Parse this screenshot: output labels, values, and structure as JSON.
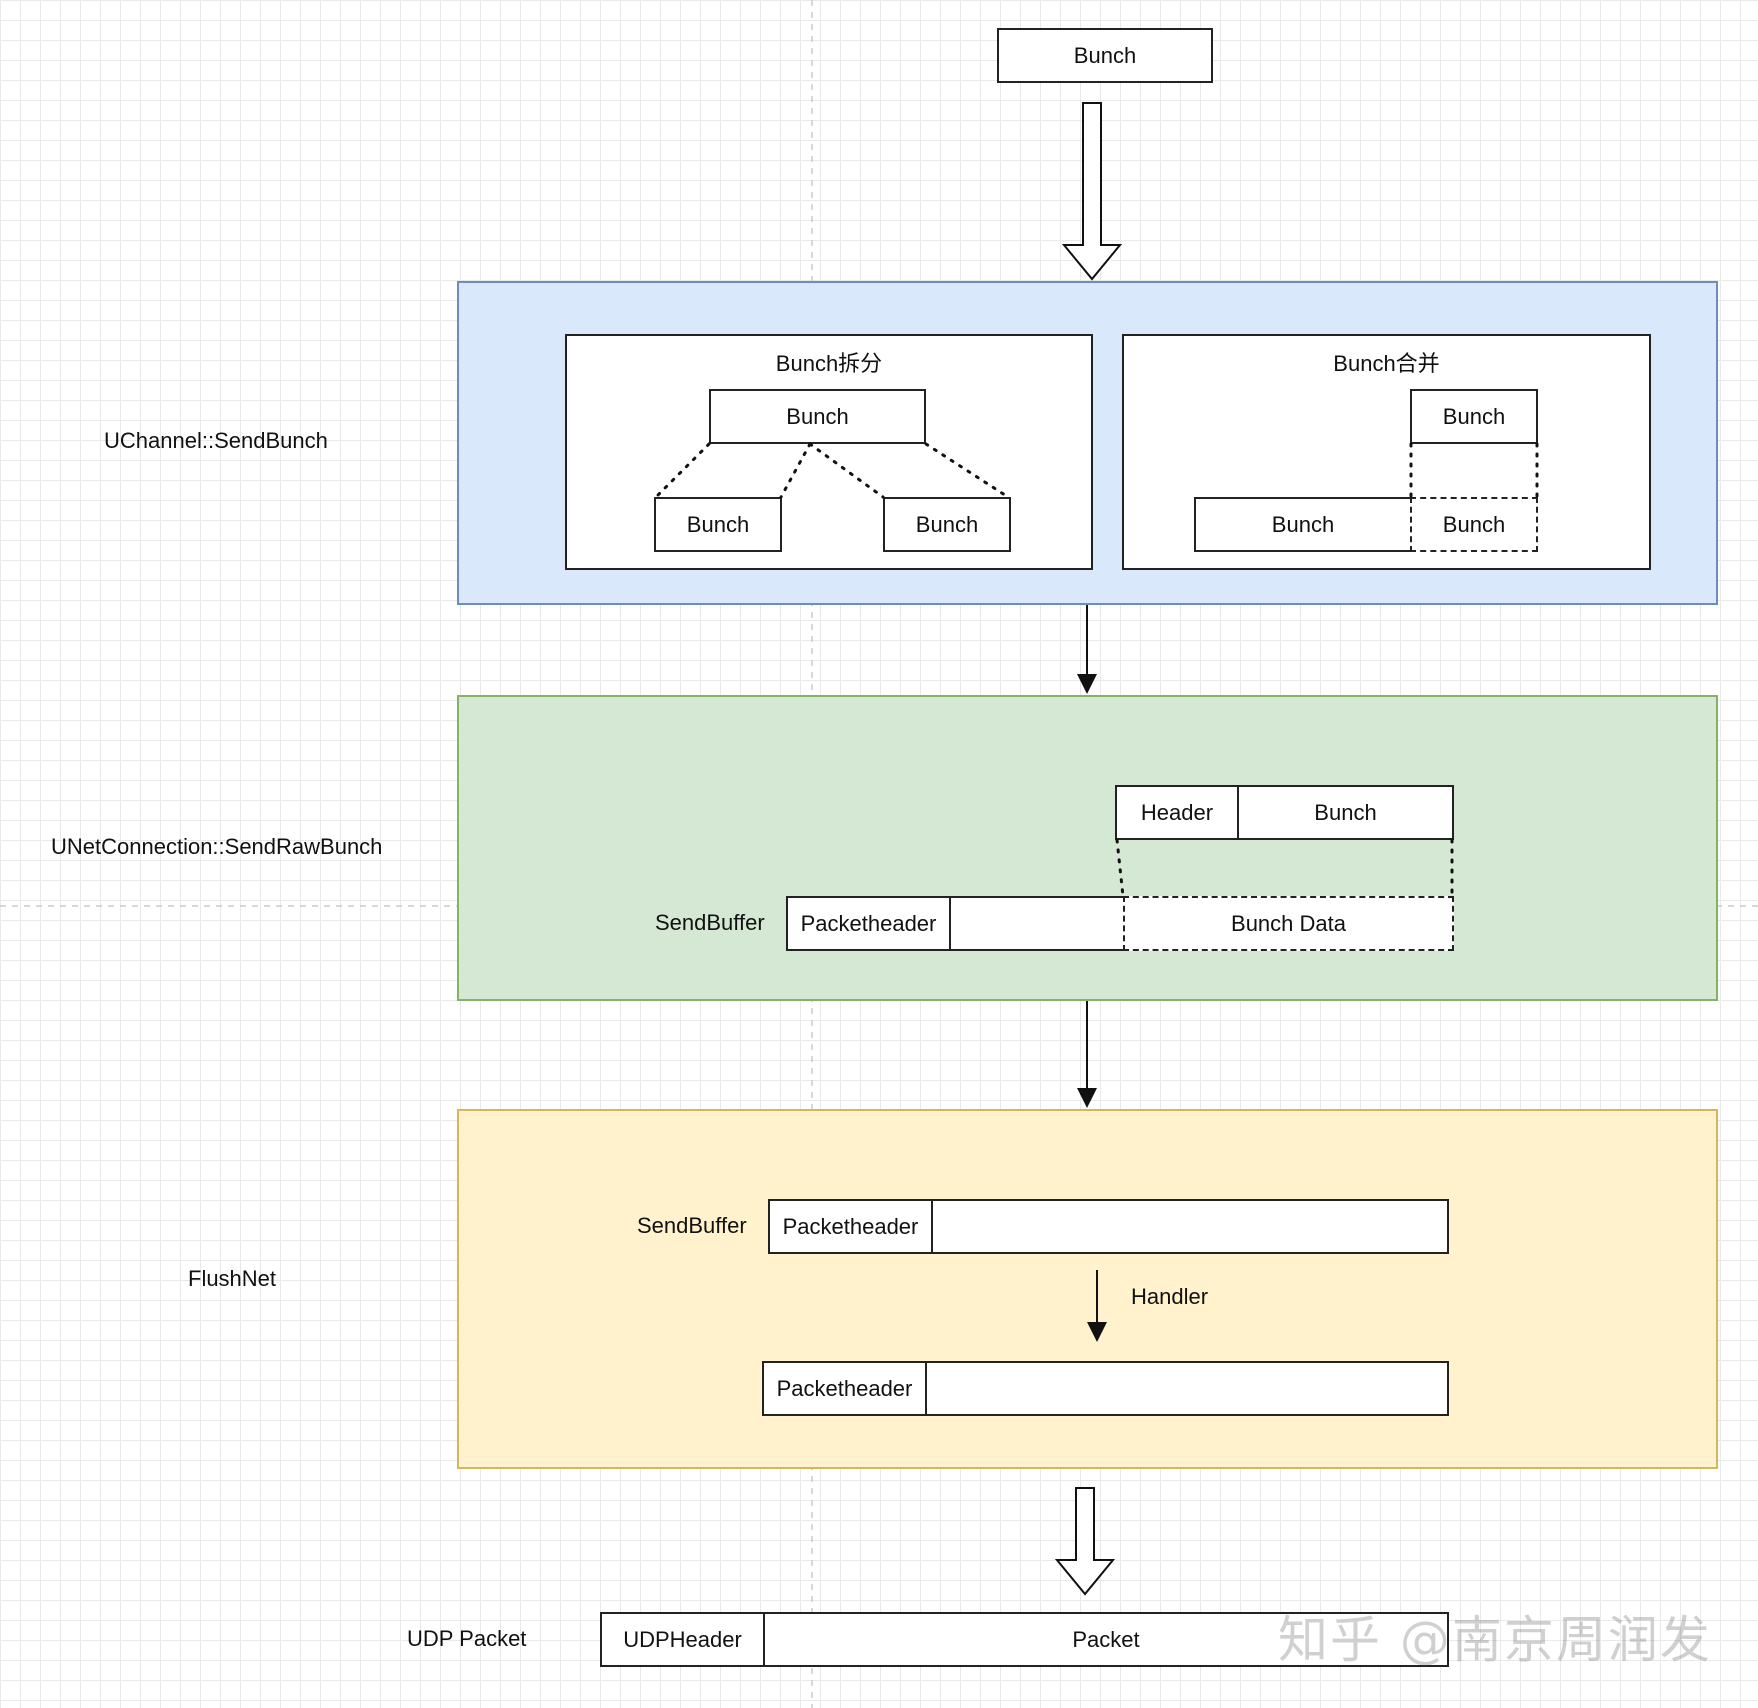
{
  "top_bunch": "Bunch",
  "stages": {
    "channel": {
      "side_label": "UChannel::SendBunch",
      "color_fill": "#dae8fc",
      "color_stroke": "#6c8ebf",
      "split": {
        "title": "Bunch拆分",
        "parent": "Bunch",
        "left_child": "Bunch",
        "right_child": "Bunch"
      },
      "merge": {
        "title": "Bunch合并",
        "top": "Bunch",
        "bottom_left": "Bunch",
        "bottom_right": "Bunch"
      }
    },
    "connection": {
      "side_label": "UNetConnection::SendRawBunch",
      "color_fill": "#d5e8d4",
      "color_stroke": "#82b366",
      "header": "Header",
      "bunch": "Bunch",
      "buffer_label": "SendBuffer",
      "packetheader": "Packetheader",
      "bunch_data": "Bunch Data"
    },
    "flush": {
      "side_label": "FlushNet",
      "color_fill": "#fff2cc",
      "color_stroke": "#d6b656",
      "buffer_label": "SendBuffer",
      "packetheader_1": "Packetheader",
      "handler": "Handler",
      "packetheader_2": "Packetheader"
    }
  },
  "udp": {
    "side_label": "UDP Packet",
    "udp_header": "UDPHeader",
    "packet": "Packet"
  },
  "watermark": "知乎 @南京周润发"
}
